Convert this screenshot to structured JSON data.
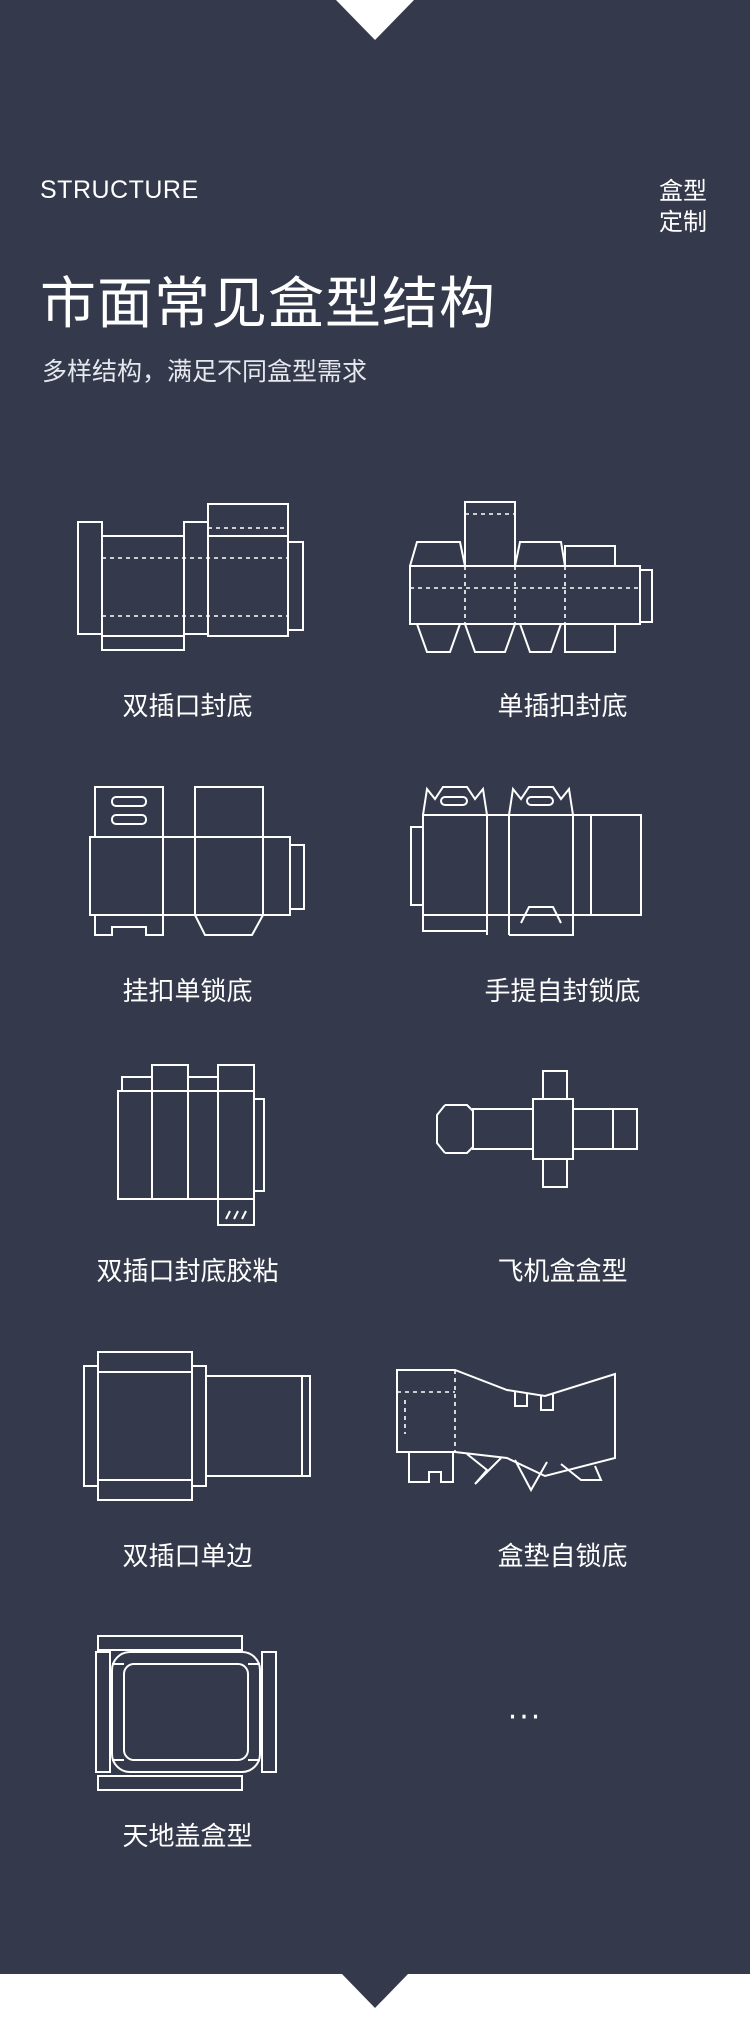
{
  "header": {
    "en_tag": "STRUCTURE",
    "side_label_line1": "盒型",
    "side_label_line2": "定制",
    "title": "市面常见盒型结构",
    "subtitle": "多样结构，满足不同盒型需求"
  },
  "structures": [
    {
      "label": "双插口封底"
    },
    {
      "label": "单插扣封底"
    },
    {
      "label": "挂扣单锁底"
    },
    {
      "label": "手提自封锁底"
    },
    {
      "label": "双插口封底胶粘"
    },
    {
      "label": "飞机盒盒型"
    },
    {
      "label": "双插口单边"
    },
    {
      "label": "盒垫自锁底"
    },
    {
      "label": "天地盖盒型"
    }
  ],
  "more": "···",
  "colors": {
    "panel": "#343a4b",
    "background": "#ffffff",
    "text": "#ffffff"
  }
}
